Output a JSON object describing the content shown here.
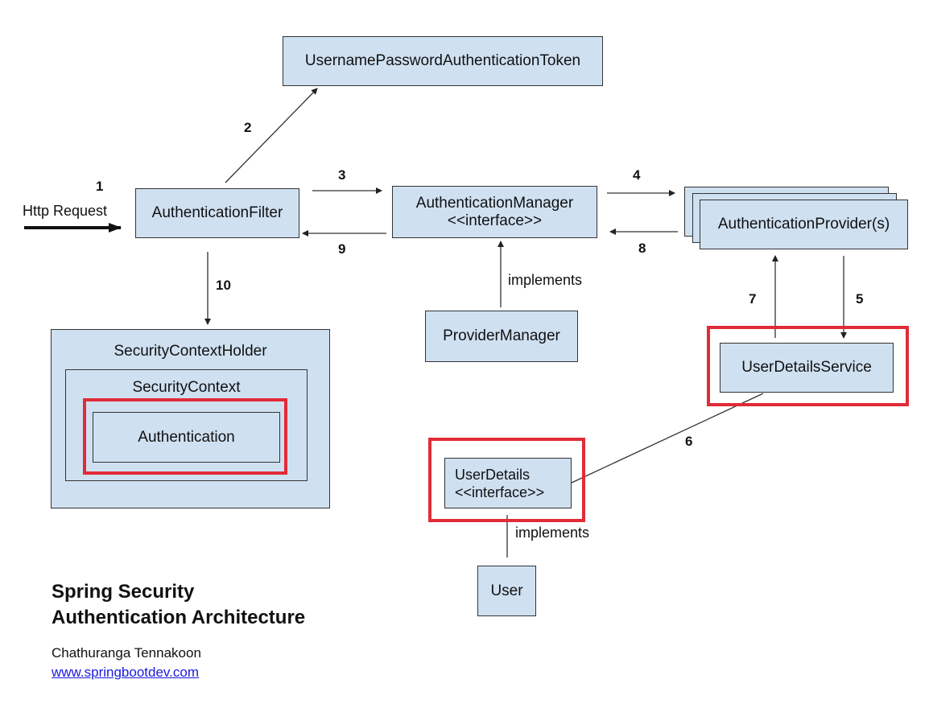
{
  "nodes": {
    "token": "UsernamePasswordAuthenticationToken",
    "filter": "AuthenticationFilter",
    "manager": "AuthenticationManager",
    "manager_stereotype": "<<interface>>",
    "provider": "AuthenticationProvider(s)",
    "provider_manager": "ProviderManager",
    "user_details_service": "UserDetailsService",
    "context_holder": "SecurityContextHolder",
    "context": "SecurityContext",
    "authentication": "Authentication",
    "user_details": "UserDetails",
    "user_details_stereotype": "<<interface>>",
    "user": "User"
  },
  "labels": {
    "http_request": "Http Request",
    "implements_manager": "implements",
    "implements_user": "implements"
  },
  "steps": [
    "1",
    "2",
    "3",
    "4",
    "5",
    "6",
    "7",
    "8",
    "9",
    "10"
  ],
  "footer": {
    "title_line1": "Spring Security",
    "title_line2": "Authentication Architecture",
    "author": "Chathuranga Tennakoon",
    "website": "www.springbootdev.com"
  },
  "colors": {
    "box_fill": "#cfe0f1",
    "highlight": "#e12b38",
    "link": "#1a1add"
  }
}
